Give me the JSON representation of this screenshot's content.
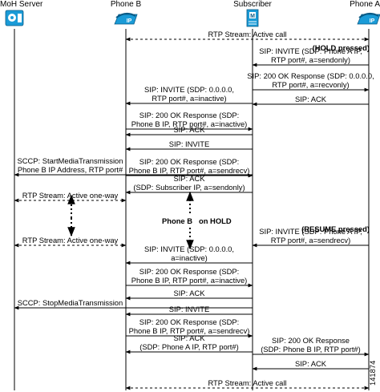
{
  "entities": [
    {
      "id": "moh",
      "label": "MoH Server",
      "icon": "moh-server-icon"
    },
    {
      "id": "phoneB",
      "label": "Phone B",
      "icon": "ip-phone-icon"
    },
    {
      "id": "subscriber",
      "label": "Subscriber",
      "icon": "call-manager-server-icon"
    },
    {
      "id": "phoneA",
      "label": "Phone A",
      "icon": "ip-phone-icon"
    }
  ],
  "icon_text": {
    "ip": "IP",
    "m": "M"
  },
  "figure_id": "141874",
  "notes": {
    "hold_pressed": "(HOLD pressed)",
    "resume_pressed": "(RESUME pressed)",
    "phone_b_on_hold": [
      "Phone B",
      "on HOLD"
    ]
  },
  "colors": {
    "icon_blue": "#1a9bd7",
    "line": "#000000"
  },
  "messages": [
    {
      "from": "phoneA",
      "to": "phoneB",
      "dashed": true,
      "lines": [
        "RTP Stream: Active call"
      ]
    },
    {
      "from": "phoneA",
      "to": "subscriber",
      "lines": [
        "SIP: INVITE (SDP: Phone A IP,",
        "RTP port#, a=sendonly)"
      ]
    },
    {
      "from": "subscriber",
      "to": "phoneA",
      "lines": [
        "SIP: 200 OK Response (SDP: 0.0.0.0,",
        "RTP port#, a=recvonly)"
      ]
    },
    {
      "from": "subscriber",
      "to": "phoneB",
      "lines": [
        "SIP: INVITE (SDP: 0.0.0.0,",
        "RTP port#, a=inactive)"
      ]
    },
    {
      "from": "phoneA",
      "to": "subscriber",
      "lines": [
        "SIP: ACK"
      ]
    },
    {
      "from": "phoneB",
      "to": "subscriber",
      "lines": [
        "SIP: 200 OK Response (SDP:",
        "Phone B IP, RTP port#, a=inactive)"
      ]
    },
    {
      "from": "subscriber",
      "to": "phoneB",
      "lines": [
        "SIP: ACK"
      ]
    },
    {
      "from": "subscriber",
      "to": "phoneB",
      "lines": [
        "SIP: INVITE"
      ]
    },
    {
      "from": "phoneB",
      "to": "subscriber",
      "lines": [
        "SIP: 200 OK Response (SDP:",
        "Phone B IP, RTP port#, a=sendrecv)"
      ]
    },
    {
      "from": "subscriber",
      "to": "moh",
      "lines": [
        "SCCP: StartMediaTransmission",
        "Phone B IP Address, RTP port#"
      ]
    },
    {
      "from": "subscriber",
      "to": "phoneB",
      "lines": [
        "SIP: ACK",
        "(SDP: Subscriber IP, a=sendonly)"
      ]
    },
    {
      "from": "moh",
      "to": "phoneB",
      "dashed": true,
      "lines": [
        "RTP Stream: Active one-way"
      ]
    },
    {
      "from": "phoneA",
      "to": "subscriber",
      "lines": [
        "SIP: INVITE (SDP: Phone A IP,",
        "RTP port#, a=sendrecv)"
      ]
    },
    {
      "from": "moh",
      "to": "phoneB",
      "dashed": true,
      "lines": [
        "RTP Stream: Active one-way"
      ]
    },
    {
      "from": "subscriber",
      "to": "phoneB",
      "lines": [
        "SIP: INVITE (SDP: 0.0.0.0,",
        "a=inactive)"
      ]
    },
    {
      "from": "phoneB",
      "to": "subscriber",
      "lines": [
        "SIP: 200 OK Response (SDP:",
        "Phone B IP, RTP port#, a=inactive)"
      ]
    },
    {
      "from": "subscriber",
      "to": "phoneB",
      "lines": [
        "SIP: ACK"
      ]
    },
    {
      "from": "subscriber",
      "to": "moh",
      "lines": [
        "SCCP: StopMediaTransmission"
      ]
    },
    {
      "from": "subscriber",
      "to": "phoneB",
      "lines": [
        "SIP: INVITE"
      ]
    },
    {
      "from": "phoneB",
      "to": "subscriber",
      "lines": [
        "SIP: 200 OK Response (SDP:",
        "Phone B IP, RTP port#, a=sendrecv)"
      ]
    },
    {
      "from": "subscriber",
      "to": "phoneB",
      "lines": [
        "SIP: ACK",
        "(SDP: Phone A IP, RTP port#)"
      ]
    },
    {
      "from": "subscriber",
      "to": "phoneA",
      "lines": [
        "SIP: 200 OK Response",
        "(SDP: Phone B IP, RTP port#)"
      ]
    },
    {
      "from": "phoneA",
      "to": "subscriber",
      "lines": [
        "SIP: ACK"
      ]
    },
    {
      "from": "phoneB",
      "to": "phoneA",
      "dashed": true,
      "lines": [
        "RTP Stream: Active call"
      ]
    }
  ]
}
